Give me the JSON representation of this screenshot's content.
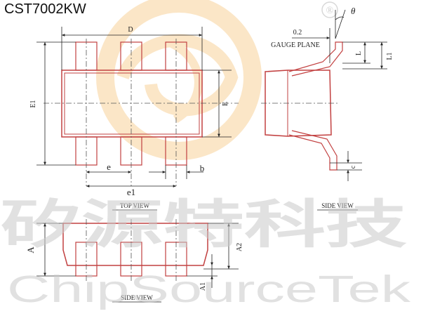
{
  "part_number": "CST7002KW",
  "watermark": {
    "chinese": "矽源特科技",
    "english": "ChipSourceTek",
    "registered_mark": "®"
  },
  "views": {
    "top": "TOP VIEW",
    "side_right": "SIDE VIEW",
    "side_bottom": "SIDE VIEW"
  },
  "labels": {
    "D": "D",
    "E1": "E1",
    "E": "E",
    "e": "e",
    "e1": "e1",
    "b": "b",
    "gauge_value": "0.2",
    "gauge_plane": "GAUGE PLANE",
    "theta": "θ",
    "L": "L",
    "L1": "L1",
    "c": "c",
    "A": "A",
    "A2": "A2",
    "A1": "A1"
  },
  "colors": {
    "outline": "#c24040",
    "dim_line": "#222222",
    "watermark": "#c9c9c9",
    "logo": "#f4b860"
  }
}
